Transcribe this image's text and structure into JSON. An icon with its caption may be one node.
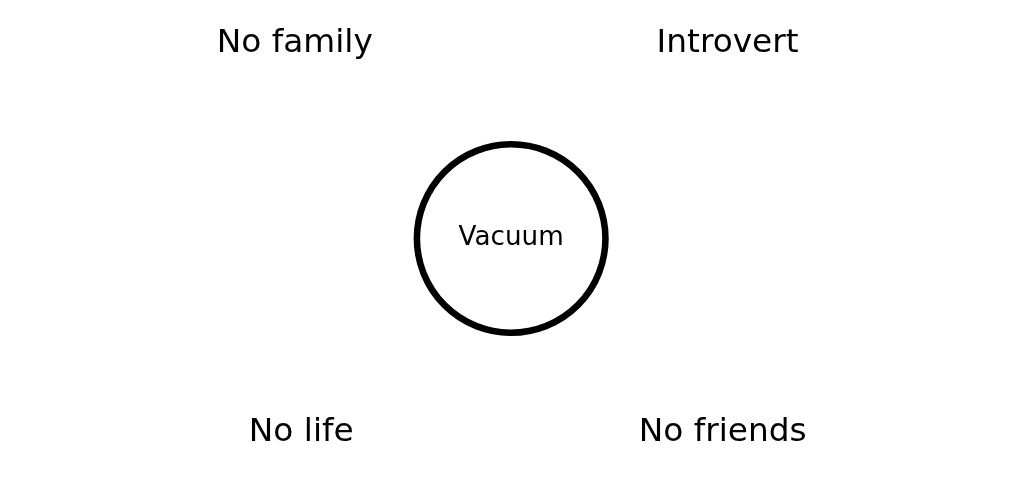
{
  "diagram": {
    "nodes": [
      {
        "text": [
          "Vacuum"
        ]
      }
    ],
    "labels": [
      "No family",
      "Introvert",
      "No life",
      "No friends"
    ]
  }
}
